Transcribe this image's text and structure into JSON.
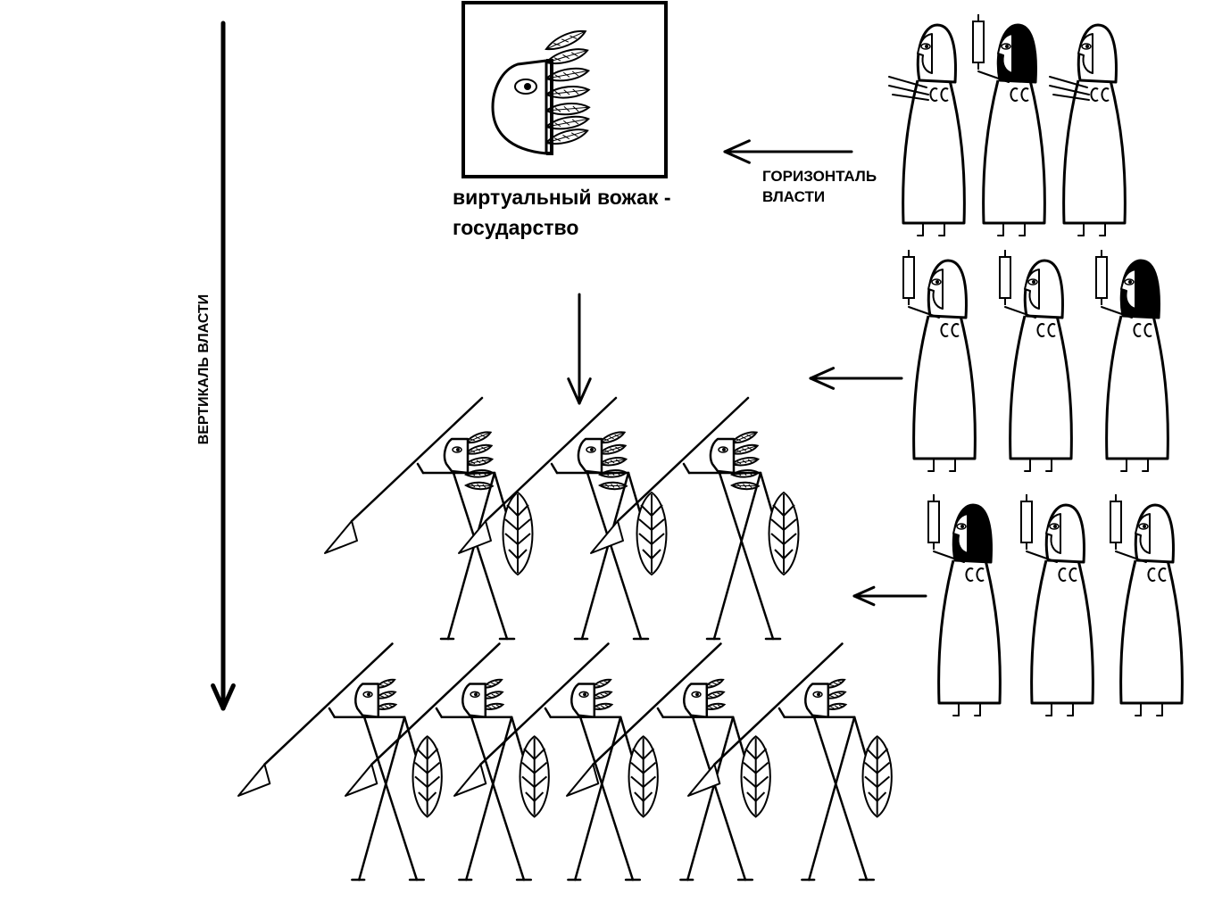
{
  "diagram": {
    "leader_caption": [
      "виртуальный вожак -",
      "государство"
    ],
    "horizontal_caption": [
      "ГОРИЗОНТАЛЬ",
      "ВЛАСТИ"
    ],
    "vertical_caption": "ВЕРТИКАЛЬ ВЛАСТИ",
    "priest_rows": [
      {
        "name": "priest-row-1",
        "figures": [
          "light-haired",
          "dark-haired",
          "light-haired"
        ]
      },
      {
        "name": "priest-row-2",
        "figures": [
          "light-haired",
          "light-haired",
          "dark-haired"
        ]
      },
      {
        "name": "priest-row-3",
        "figures": [
          "dark-haired",
          "light-haired",
          "light-haired"
        ]
      }
    ],
    "warrior_rows": [
      {
        "name": "warrior-row-front",
        "count": 3
      },
      {
        "name": "warrior-row-back",
        "count": 5
      }
    ],
    "icons": [
      "leader-feather-headdress-icon",
      "arrow-icon",
      "spear-icon",
      "shield-icon",
      "candle-icon"
    ],
    "colors": {
      "ink": "#000000",
      "background": "#ffffff"
    }
  }
}
